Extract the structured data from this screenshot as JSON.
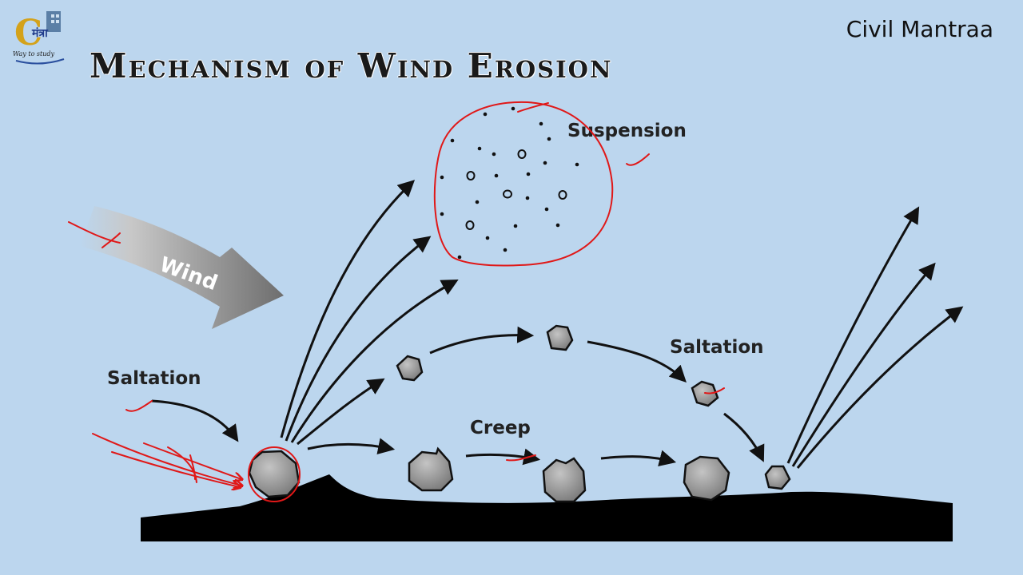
{
  "header": {
    "brand": "Civil Mantraa",
    "title": "Mechanism of Wind Erosion"
  },
  "logo": {
    "letter": "C",
    "hindi": "मंत्रा",
    "tagline": "Way to study"
  },
  "diagram": {
    "wind_label": "Wind",
    "labels": {
      "suspension": "Suspension",
      "saltation_left": "Saltation",
      "saltation_right": "Saltation",
      "creep": "Creep"
    }
  },
  "colors": {
    "background": "#bcd6ee",
    "ground": "#000000",
    "particle_fill": "#8a8a8a",
    "annotation_red": "#e01818"
  }
}
